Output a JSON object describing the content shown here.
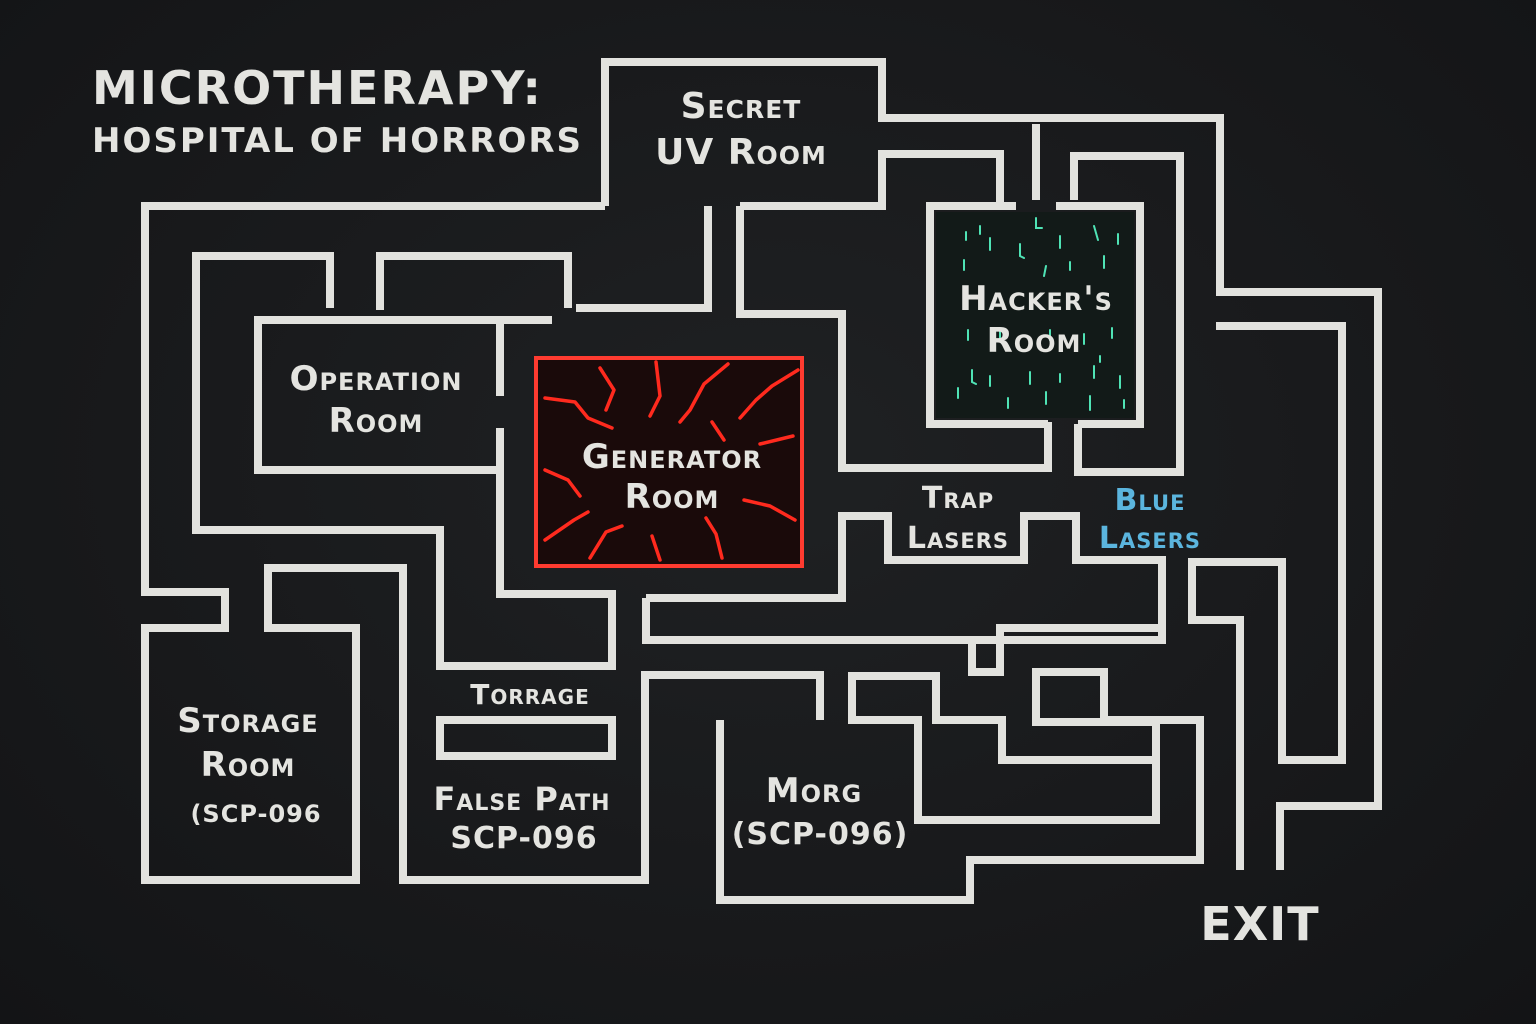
{
  "map": {
    "title": "MICROTHERAPY:",
    "subtitle": "HOSPITAL OF HORRORS",
    "rooms": {
      "secret_uv": [
        "Secret",
        "UV Room"
      ],
      "hacker": [
        "Hacker's",
        "Room"
      ],
      "operation": [
        "Operation",
        "Room"
      ],
      "generator": [
        "Generator",
        "Room"
      ],
      "trap_lasers": [
        "Trap",
        "Lasers"
      ],
      "blue_lasers": [
        "Blue",
        "Lasers"
      ],
      "storage": [
        "Storage",
        "Room",
        "(SCP-096"
      ],
      "torrage": [
        "Torrage"
      ],
      "false_path": [
        "False Path",
        "SCP-096"
      ],
      "morg": [
        "Morg",
        "(SCP-096)"
      ],
      "exit": "EXIT"
    },
    "colors": {
      "wall": "#e2e2de",
      "text": "#e4e4e0",
      "generator_accent": "#ff3b30",
      "blue_lasers": "#5bb5de",
      "hacker_glyphs": "#4fe3b5"
    }
  }
}
